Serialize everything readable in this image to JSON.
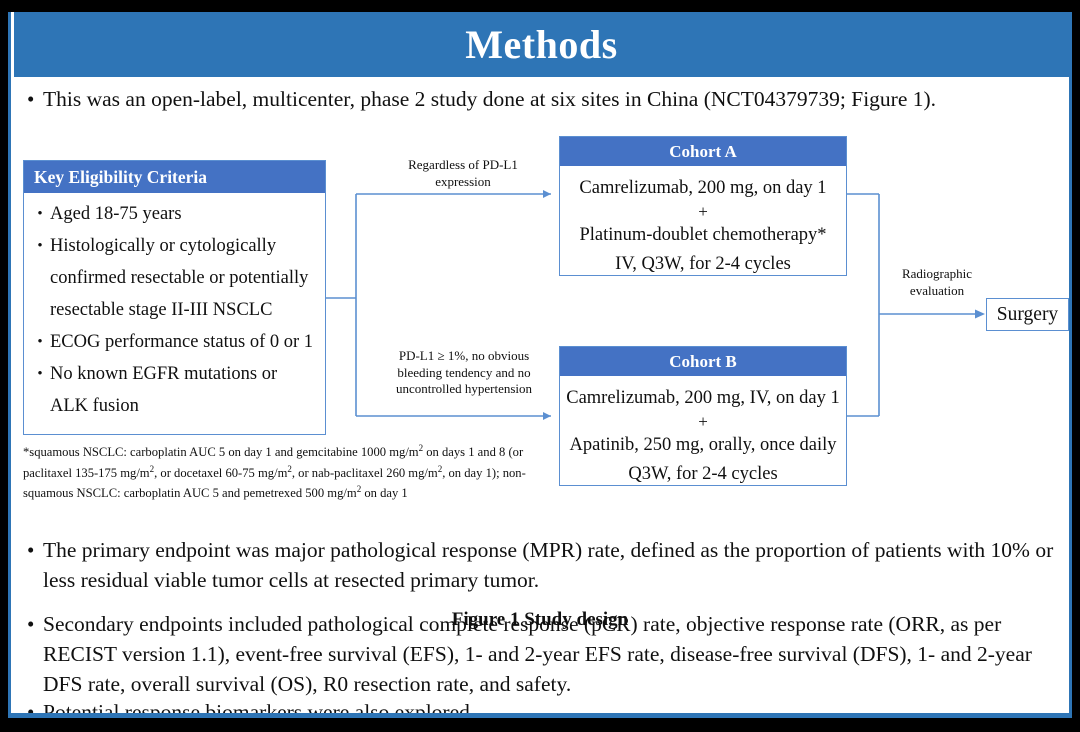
{
  "slide": {
    "title": "Methods",
    "accent_banner_color": "#2E75B6",
    "box_header_color": "#4472C4",
    "connector_color": "#5B8FD1"
  },
  "lead_bullet": {
    "marker": "•",
    "text": "This was an open-label, multicenter, phase 2 study done at six sites in China (NCT04379739; Figure 1)."
  },
  "figure": {
    "caption": "Figure 1 Study design",
    "eligibility": {
      "header": "Key  Eligibility Criteria",
      "items": [
        "Aged 18-75 years",
        "Histologically or cytologically",
        "confirmed resectable or potentially",
        "resectable stage II-III  NSCLC",
        "ECOG performance status of 0 or 1",
        "No known EGFR mutations or",
        "ALK fusion"
      ],
      "bulleted_flags": [
        true,
        true,
        false,
        false,
        true,
        true,
        false
      ]
    },
    "footnote": {
      "line1_a": "*squamous NSCLC: carboplatin AUC 5 on day 1 and gemcitabine 1000 mg/m",
      "line1_b": "2",
      "line1_c": " on days 1 and 8 (or",
      "line2_a": "paclitaxel 135-175  mg/m",
      "line2_b": "2",
      "line2_c": ", or docetaxel 60-75 mg/m",
      "line2_d": "2",
      "line2_e": ", or nab-paclitaxel 260 mg/m",
      "line2_f": "2",
      "line2_g": ", on day 1); non-",
      "line3_a": "squamous NSCLC: carboplatin AUC 5 and pemetrexed 500 mg/m",
      "line3_b": "2",
      "line3_c": " on day 1"
    },
    "cohort_a": {
      "header": "Cohort A",
      "line1": "Camrelizumab, 200 mg, on day 1",
      "plus": "+",
      "line2": "Platinum-doublet chemotherapy*",
      "line3": "IV, Q3W, for 2-4 cycles"
    },
    "cohort_b": {
      "header": "Cohort B",
      "line1": "Camrelizumab, 200 mg, IV, on day 1",
      "plus": "+",
      "line2": "Apatinib, 250 mg, orally, once daily",
      "line3": "Q3W, for 2-4 cycles"
    },
    "connector_labels": {
      "regardless_line1": "Regardless  of PD-L1",
      "regardless_line2": "expression",
      "pdl1_line1": "PD-L1 ≥ 1%, no obvious",
      "pdl1_line2": "bleeding tendency  and no",
      "pdl1_line3": "uncontrolled  hypertension",
      "radiographic_line1": "Radiographic",
      "radiographic_line2": "evaluation"
    },
    "surgery": {
      "label": "Surgery"
    }
  },
  "endpoints": {
    "marker": "•",
    "bullet_1": "The primary endpoint was major pathological response (MPR) rate, defined as the proportion of patients with 10% or less residual viable tumor cells at resected primary tumor.",
    "bullet_2": "Secondary endpoints included pathological complete response (pCR) rate, objective response rate (ORR, as per RECIST version 1.1), event-free survival (EFS), 1- and 2-year EFS rate, disease-free survival (DFS), 1- and 2-year DFS rate, overall survival (OS), R0 resection rate, and safety.",
    "bullet_3": "Potential response biomarkers were also explored."
  }
}
